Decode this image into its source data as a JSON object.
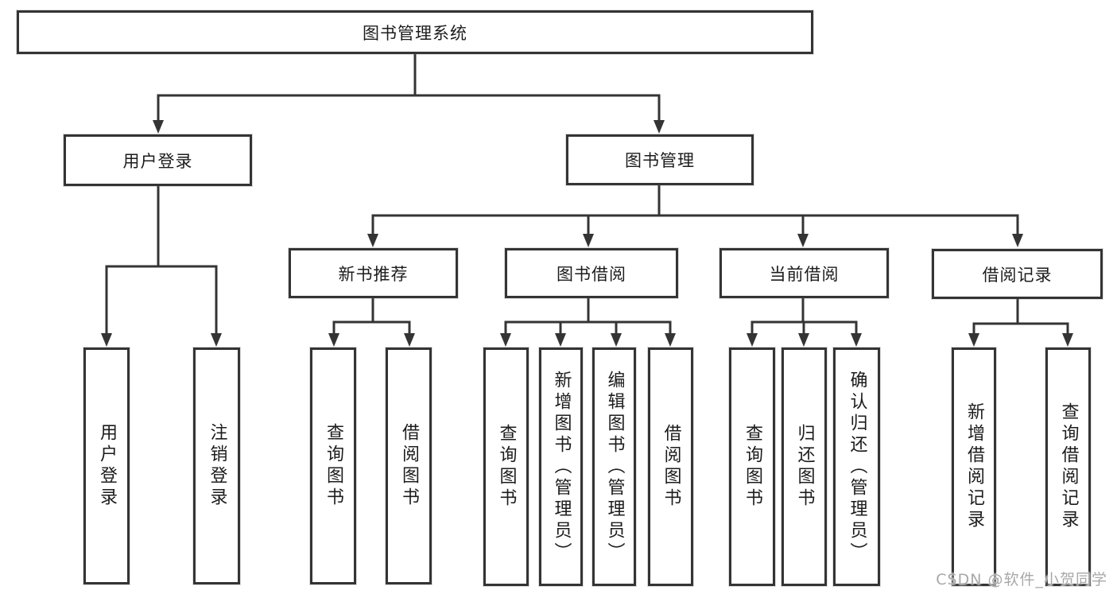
{
  "diagram": {
    "type": "hierarchy-tree",
    "colors": {
      "line": "#343434",
      "box_border": "#343434",
      "text": "#1c1c1c",
      "background": "#ffffff",
      "watermark": "#a8a8a8"
    },
    "tree": {
      "label": "图书管理系统",
      "children": [
        {
          "label": "用户登录",
          "children": [
            {
              "label": "用户登录"
            },
            {
              "label": "注销登录"
            }
          ]
        },
        {
          "label": "图书管理",
          "children": [
            {
              "label": "新书推荐",
              "children": [
                {
                  "label": "查询图书"
                },
                {
                  "label": "借阅图书"
                }
              ]
            },
            {
              "label": "图书借阅",
              "children": [
                {
                  "label": "查询图书"
                },
                {
                  "label": "新增图书（管理员）"
                },
                {
                  "label": "编辑图书（管理员）"
                },
                {
                  "label": "借阅图书"
                }
              ]
            },
            {
              "label": "当前借阅",
              "children": [
                {
                  "label": "查询图书"
                },
                {
                  "label": "归还图书"
                },
                {
                  "label": "确认归还（管理员）"
                }
              ]
            },
            {
              "label": "借阅记录",
              "children": [
                {
                  "label": "新增借阅记录"
                },
                {
                  "label": "查询借阅记录"
                }
              ]
            }
          ]
        }
      ]
    },
    "watermark": {
      "text": "CSDN @软件_小贺同学"
    }
  }
}
